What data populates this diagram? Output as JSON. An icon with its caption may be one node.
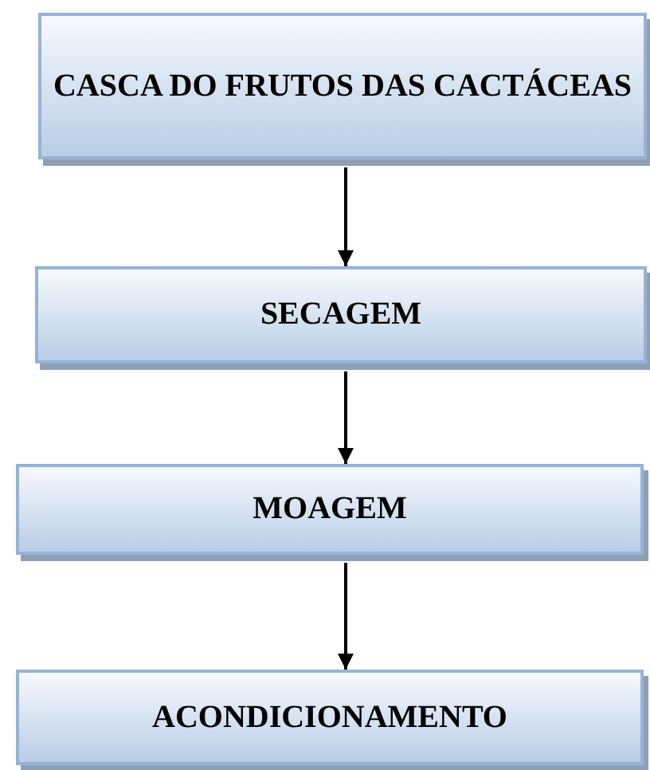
{
  "diagram": {
    "nodes": [
      {
        "text": [
          "CASCA DO FRUTOS DAS CACTÁCEAS"
        ]
      },
      {
        "text": [
          "SECAGEM"
        ]
      },
      {
        "text": [
          "MOAGEM"
        ]
      },
      {
        "text": [
          "ACONDICIONAMENTO"
        ]
      }
    ],
    "edges": [
      {
        "from": 0,
        "to": 1,
        "arrow": "to"
      },
      {
        "from": 1,
        "to": 2,
        "arrow": "to"
      },
      {
        "from": 2,
        "to": 3,
        "arrow": "to"
      }
    ]
  }
}
